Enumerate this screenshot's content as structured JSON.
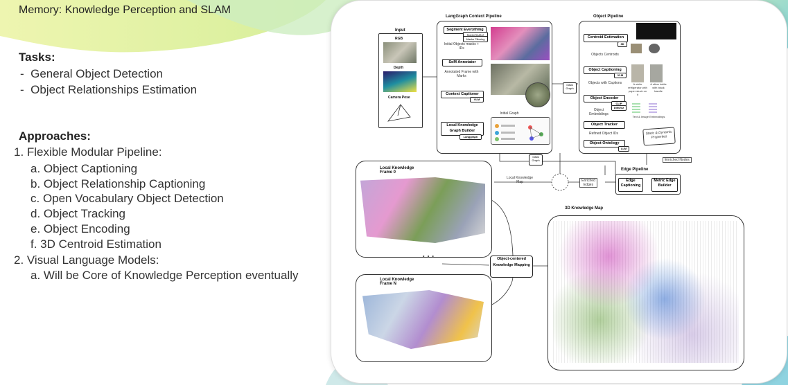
{
  "slide": {
    "title": "Memory: Knowledge Perception and SLAM",
    "tasks_heading": "Tasks:",
    "tasks": [
      "General Object Detection",
      "Object Relationships Estimation"
    ],
    "approaches_heading": "Approaches:",
    "approach1": "1.  Flexible Modular Pipeline:",
    "approach1_items": [
      "a.  Object Captioning",
      "b.  Object Relationship Captioning",
      "c.  Open Vocabulary Object Detection",
      "d.  Object Tracking",
      "e.  Object Encoding",
      "f.  3D Centroid Estimation"
    ],
    "approach2": "2.  Visual Language Models:",
    "approach2_items": [
      "a.  Will be Core of Knowledge Perception eventually"
    ]
  },
  "figure": {
    "input_label": "Input",
    "rgb": "RGB",
    "depth": "Depth",
    "camera_pose": "Camera Pose",
    "langgraph_title": "LangGraph Context Pipeline",
    "segment": "Segment Everything",
    "mobile_sam": "MobileSAMv2",
    "mask_filter": "Masks Filtering",
    "initial_objects": "Initial Objects masks + IDs",
    "som": "SoM Annotator",
    "annotated": "Annotated Frame with Marks",
    "context_captioner": "Context Captioner",
    "vlm": "VLM",
    "local_kg_builder": "Local Knowledge Graph Builder",
    "langgraph": "Langgraph",
    "initial_graph": "Initial Graph",
    "object_pipeline_title": "Object Pipeline",
    "centroid": "Centroid Estimation",
    "d3": "3D",
    "object_centroids": "Objects Centroids",
    "object_captioning": "Object Captioning",
    "objects_captions": "Objects with Captions",
    "object_encoder": "Object Encoder",
    "clip": "CLIP",
    "dinov2": "DINOv2",
    "object_embeddings": "Object Embeddings",
    "object_tracker": "Object Tracker",
    "refined_ids": "Refined Object IDs",
    "object_ontology": "Object Ontology",
    "llm": "LLM",
    "static_dynamic": "Static & Dynamic Properties",
    "text_image_emb": "Text & Image Embeddings",
    "caption_1": "A white refrigerator with paper stuck on it",
    "caption_2": "A silver kettle with black handle",
    "edge_pipeline_title": "Edge Pipeline",
    "edge_captioning": "Edge Captioning",
    "metric_edge": "Metric Edge Builder",
    "enriched_nodes": "Enriched Nodes",
    "enriched_edges": "Enriched Edges",
    "initial_graph_2": "Initial Graph",
    "initial_graph_3": "Initial Graph",
    "local_kg_map": "Local Knowledge Map",
    "frame0": "Local Knowledge Frame 0",
    "frameN": "Local Knowledge Frame N",
    "ellipsis": ". . .",
    "ocm": "Object-centered Knowledge Mapping",
    "map3d_title": "3D Knowledge Map"
  }
}
